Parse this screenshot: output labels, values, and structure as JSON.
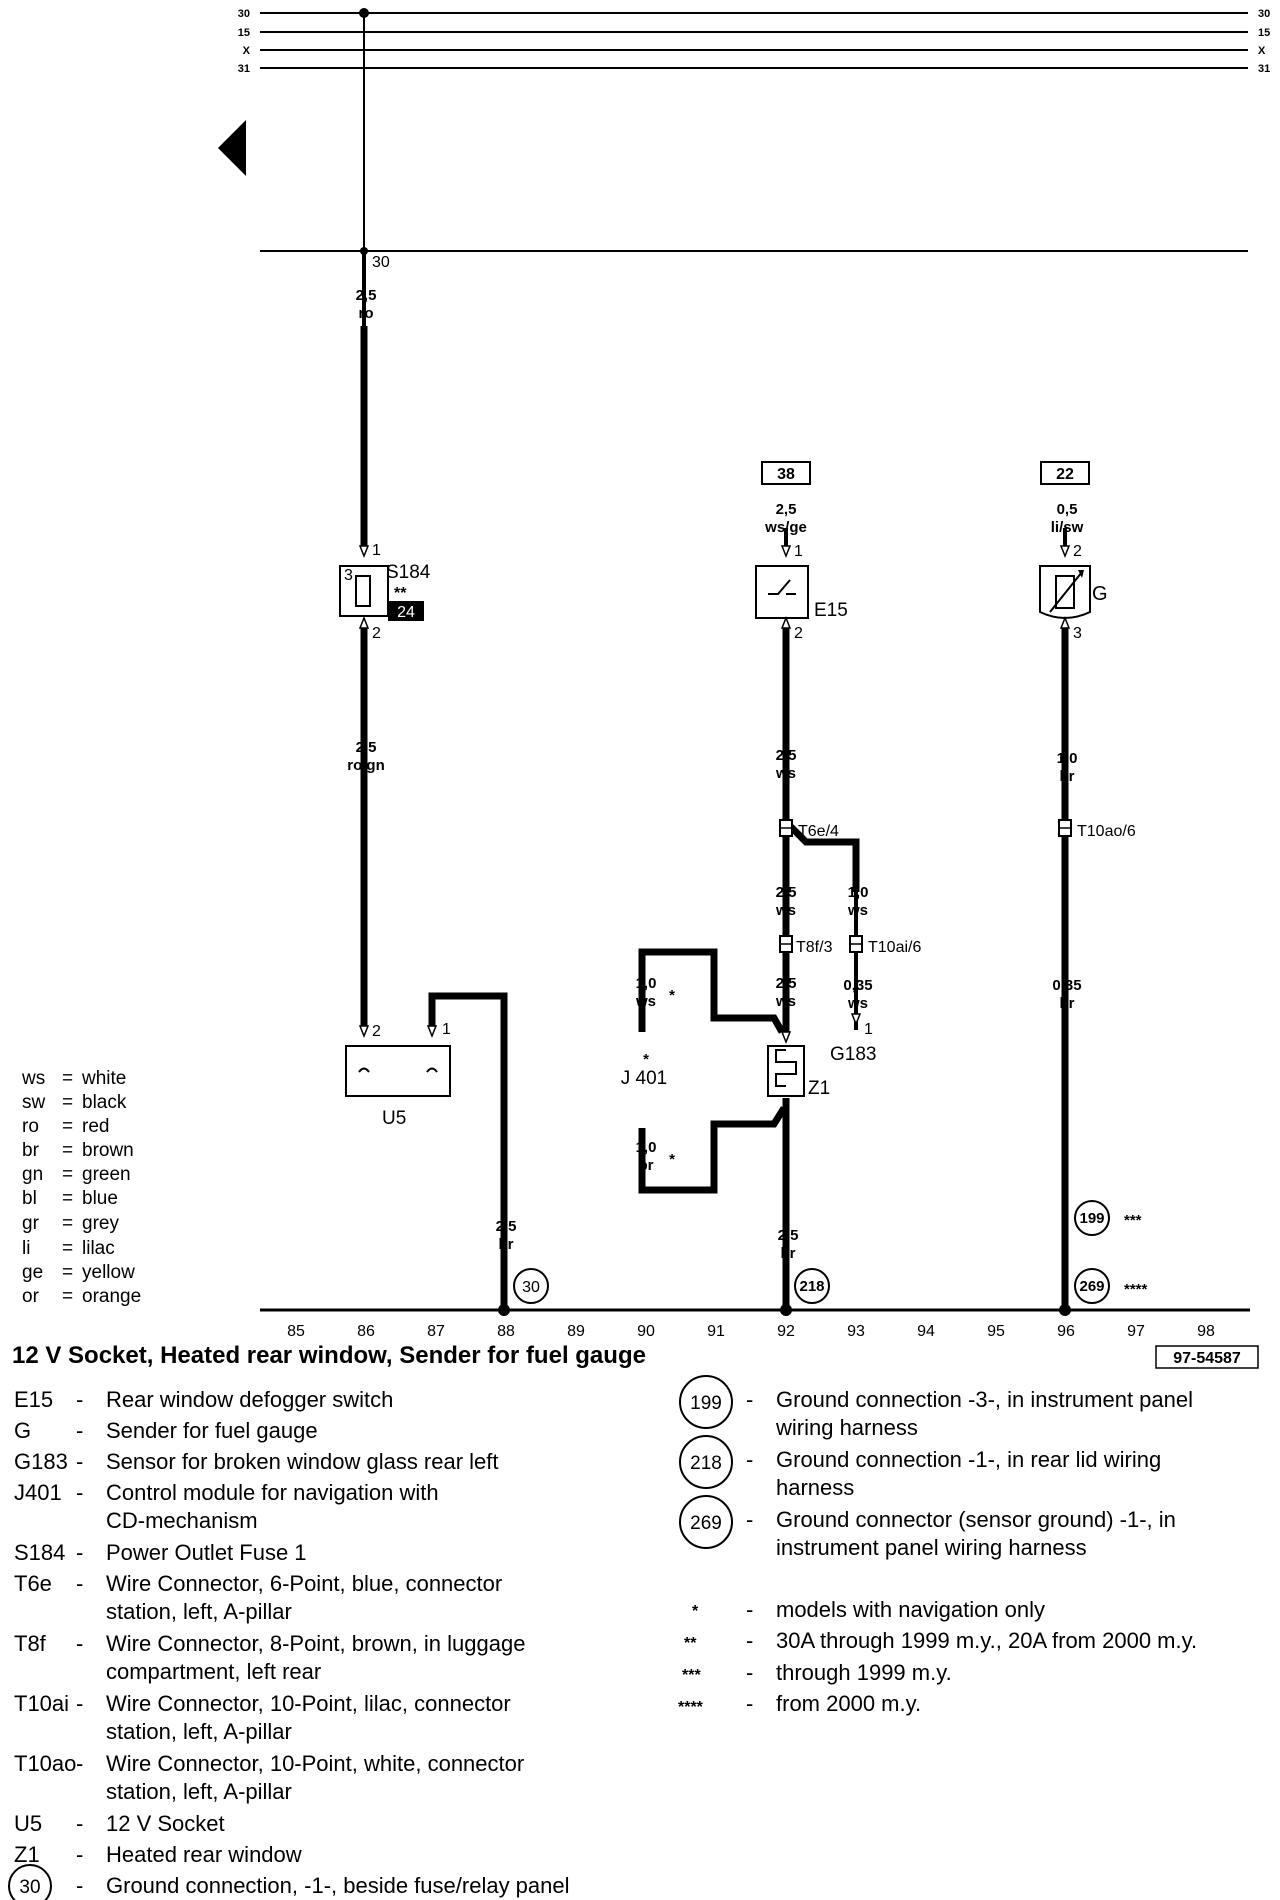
{
  "bus": {
    "left_labels": [
      "30",
      "15",
      "X",
      "31"
    ],
    "right_labels": [
      "30",
      "15",
      "X",
      "31"
    ],
    "terminal": "30"
  },
  "wires": {
    "s184_in": {
      "size": "2,5",
      "color": "ro"
    },
    "s184_out": {
      "size": "2,5",
      "color": "ro/gn"
    },
    "u5_ground": {
      "size": "2,5",
      "color": "br"
    },
    "e15_in": {
      "size": "2,5",
      "color": "ws/ge"
    },
    "e15_out": {
      "size": "2,5",
      "color": "ws"
    },
    "t6e_main": {
      "size": "2,5",
      "color": "ws"
    },
    "t6e_branch": {
      "size": "1,0",
      "color": "ws"
    },
    "z1_in": {
      "size": "2,5",
      "color": "ws"
    },
    "g183": {
      "size": "0,35",
      "color": "ws"
    },
    "j401_top": {
      "size": "1,0",
      "color": "ws",
      "mark": "*"
    },
    "j401_bottom": {
      "size": "1,0",
      "color": "br",
      "mark": "*"
    },
    "z1_ground": {
      "size": "2,5",
      "color": "br"
    },
    "g_out": {
      "size": "1,0",
      "color": "br"
    },
    "g_ground": {
      "size": "0,35",
      "color": "br"
    },
    "g_in": {
      "size": "0,5",
      "color": "li/sw"
    }
  },
  "components": {
    "s184": {
      "label": "S184",
      "note": "**",
      "badge": "24",
      "pin_top": "1",
      "pin_bottom": "2",
      "pin_side": "3"
    },
    "u5": {
      "label": "U5",
      "pin_left": "2",
      "pin_right": "1"
    },
    "e15": {
      "label": "E15",
      "ref": "38",
      "pin_top": "1",
      "pin_bottom": "2"
    },
    "g": {
      "label": "G",
      "ref": "22",
      "pin_top": "2",
      "pin_bottom": "3"
    },
    "z1": {
      "label": "Z1"
    },
    "j401": {
      "label": "J 401",
      "mark": "*"
    },
    "g183": {
      "label": "G183",
      "pin": "1"
    },
    "t6e4": {
      "label": "T6e/4"
    },
    "t8f3": {
      "label": "T8f/3"
    },
    "t10ai6": {
      "label": "T10ai/6"
    },
    "t10ao6": {
      "label": "T10ao/6"
    }
  },
  "grounds": {
    "g30": {
      "num": "30"
    },
    "g218": {
      "num": "218"
    },
    "g199": {
      "num": "199",
      "mark": "***"
    },
    "g269": {
      "num": "269",
      "mark": "****"
    }
  },
  "color_legend": [
    {
      "code": "ws",
      "name": "white"
    },
    {
      "code": "sw",
      "name": "black"
    },
    {
      "code": "ro",
      "name": "red"
    },
    {
      "code": "br",
      "name": "brown"
    },
    {
      "code": "gn",
      "name": "green"
    },
    {
      "code": "bl",
      "name": "blue"
    },
    {
      "code": "gr",
      "name": "grey"
    },
    {
      "code": "li",
      "name": "lilac"
    },
    {
      "code": "ge",
      "name": "yellow"
    },
    {
      "code": "or",
      "name": "orange"
    }
  ],
  "track_numbers": [
    "85",
    "86",
    "87",
    "88",
    "89",
    "90",
    "91",
    "92",
    "93",
    "94",
    "95",
    "96",
    "97",
    "98"
  ],
  "title": "12 V Socket, Heated rear window, Sender for fuel gauge",
  "doc_number": "97-54587",
  "component_list": [
    {
      "code": "E15",
      "dash": "-",
      "lines": [
        "Rear window defogger switch"
      ]
    },
    {
      "code": "G",
      "dash": "-",
      "lines": [
        "Sender for fuel gauge"
      ]
    },
    {
      "code": "G183",
      "dash": "-",
      "lines": [
        "Sensor for broken window glass rear left"
      ]
    },
    {
      "code": "J401",
      "dash": "-",
      "lines": [
        "Control module for navigation with",
        "CD-mechanism"
      ]
    },
    {
      "code": "S184",
      "dash": "-",
      "lines": [
        "Power Outlet Fuse 1"
      ]
    },
    {
      "code": "T6e",
      "dash": "-",
      "lines": [
        "Wire Connector, 6-Point, blue, connector",
        "station, left, A-pillar"
      ]
    },
    {
      "code": "T8f",
      "dash": "-",
      "lines": [
        "Wire Connector, 8-Point, brown, in luggage",
        "compartment, left rear"
      ]
    },
    {
      "code": "T10ai",
      "dash": "-",
      "lines": [
        "Wire Connector, 10-Point, lilac, connector",
        "station, left, A-pillar"
      ]
    },
    {
      "code": "T10ao",
      "dash": "-",
      "lines": [
        "Wire Connector, 10-Point, white, connector",
        "station, left, A-pillar"
      ]
    },
    {
      "code": "U5",
      "dash": "-",
      "lines": [
        "12 V Socket"
      ]
    },
    {
      "code": "Z1",
      "dash": "-",
      "lines": [
        "Heated rear window"
      ]
    },
    {
      "code": "30",
      "dash": "-",
      "lines": [
        "Ground connection, -1-, beside fuse/relay panel"
      ]
    }
  ],
  "ground_list": [
    {
      "code": "199",
      "dash": "-",
      "lines": [
        "Ground connection -3-, in instrument panel",
        "wiring harness"
      ]
    },
    {
      "code": "218",
      "dash": "-",
      "lines": [
        "Ground connection -1-, in rear lid wiring",
        "harness"
      ]
    },
    {
      "code": "269",
      "dash": "-",
      "lines": [
        "Ground connector (sensor ground) -1-, in",
        "instrument panel wiring harness"
      ]
    }
  ],
  "notes": [
    {
      "mark": "*",
      "dash": "-",
      "text": "models with navigation only"
    },
    {
      "mark": "**",
      "dash": "-",
      "text": "30A through 1999 m.y., 20A from 2000 m.y."
    },
    {
      "mark": "***",
      "dash": "-",
      "text": "through 1999 m.y."
    },
    {
      "mark": "****",
      "dash": "-",
      "text": "from 2000 m.y."
    }
  ]
}
